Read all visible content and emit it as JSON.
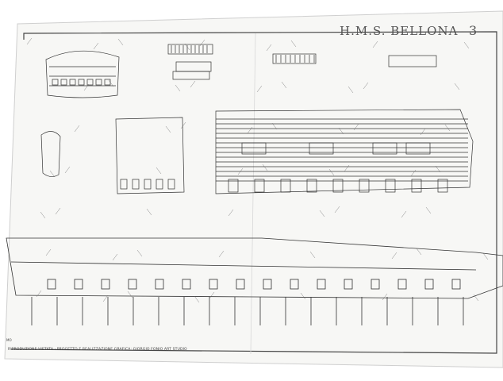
{
  "sheet": {
    "title": "H.M.S. BELLONA",
    "number": "3"
  },
  "footer": {
    "credit": "RIPRODUZIONE VIETATA · PROGETTO E REALIZZAZIONE GRAFICA: GIORGIO FONIO ART STUDIO",
    "logo_text": "MO"
  },
  "colors": {
    "paper": "#f7f7f5",
    "ink": "#3a3a3a",
    "background": "#ffffff"
  }
}
